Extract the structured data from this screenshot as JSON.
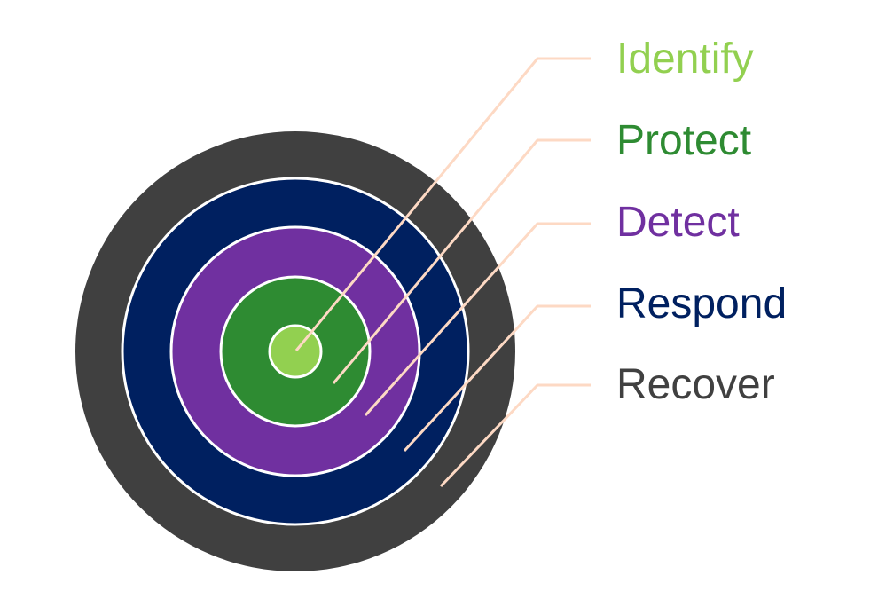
{
  "diagram": {
    "connector_color": "#fdd9c4",
    "ring_border_color": "#ffffff",
    "rings": [
      {
        "label": "Identify",
        "color": "#92d050"
      },
      {
        "label": "Protect",
        "color": "#2e8b32"
      },
      {
        "label": "Detect",
        "color": "#7030a0"
      },
      {
        "label": "Respond",
        "color": "#002060"
      },
      {
        "label": "Recover",
        "color": "#404040"
      }
    ]
  }
}
